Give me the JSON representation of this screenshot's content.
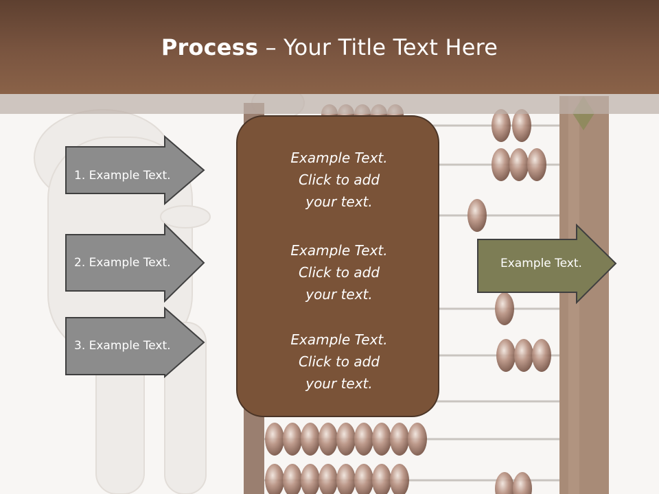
{
  "title": {
    "bold": "Process",
    "separator": " – ",
    "rest": "Your Title Text Here"
  },
  "left_arrows": [
    {
      "label": "1. Example Text."
    },
    {
      "label": "2. Example Text."
    },
    {
      "label": "3. Example Text."
    }
  ],
  "center_blocks": [
    {
      "lines": [
        "Example Text.",
        "Click  to add",
        "your text."
      ]
    },
    {
      "lines": [
        "Example Text.",
        "Click  to add",
        "your text."
      ]
    },
    {
      "lines": [
        "Example Text.",
        "Click  to add",
        "your text."
      ]
    }
  ],
  "right_arrow": {
    "label": "Example Text."
  },
  "colors": {
    "title_bar": "#7a5540",
    "left_arrow_fill": "#8c8c8c",
    "center_box_fill": "#7a5338",
    "right_arrow_fill": "#7d7d55"
  },
  "background": {
    "image": "abacus-with-white-figure"
  }
}
